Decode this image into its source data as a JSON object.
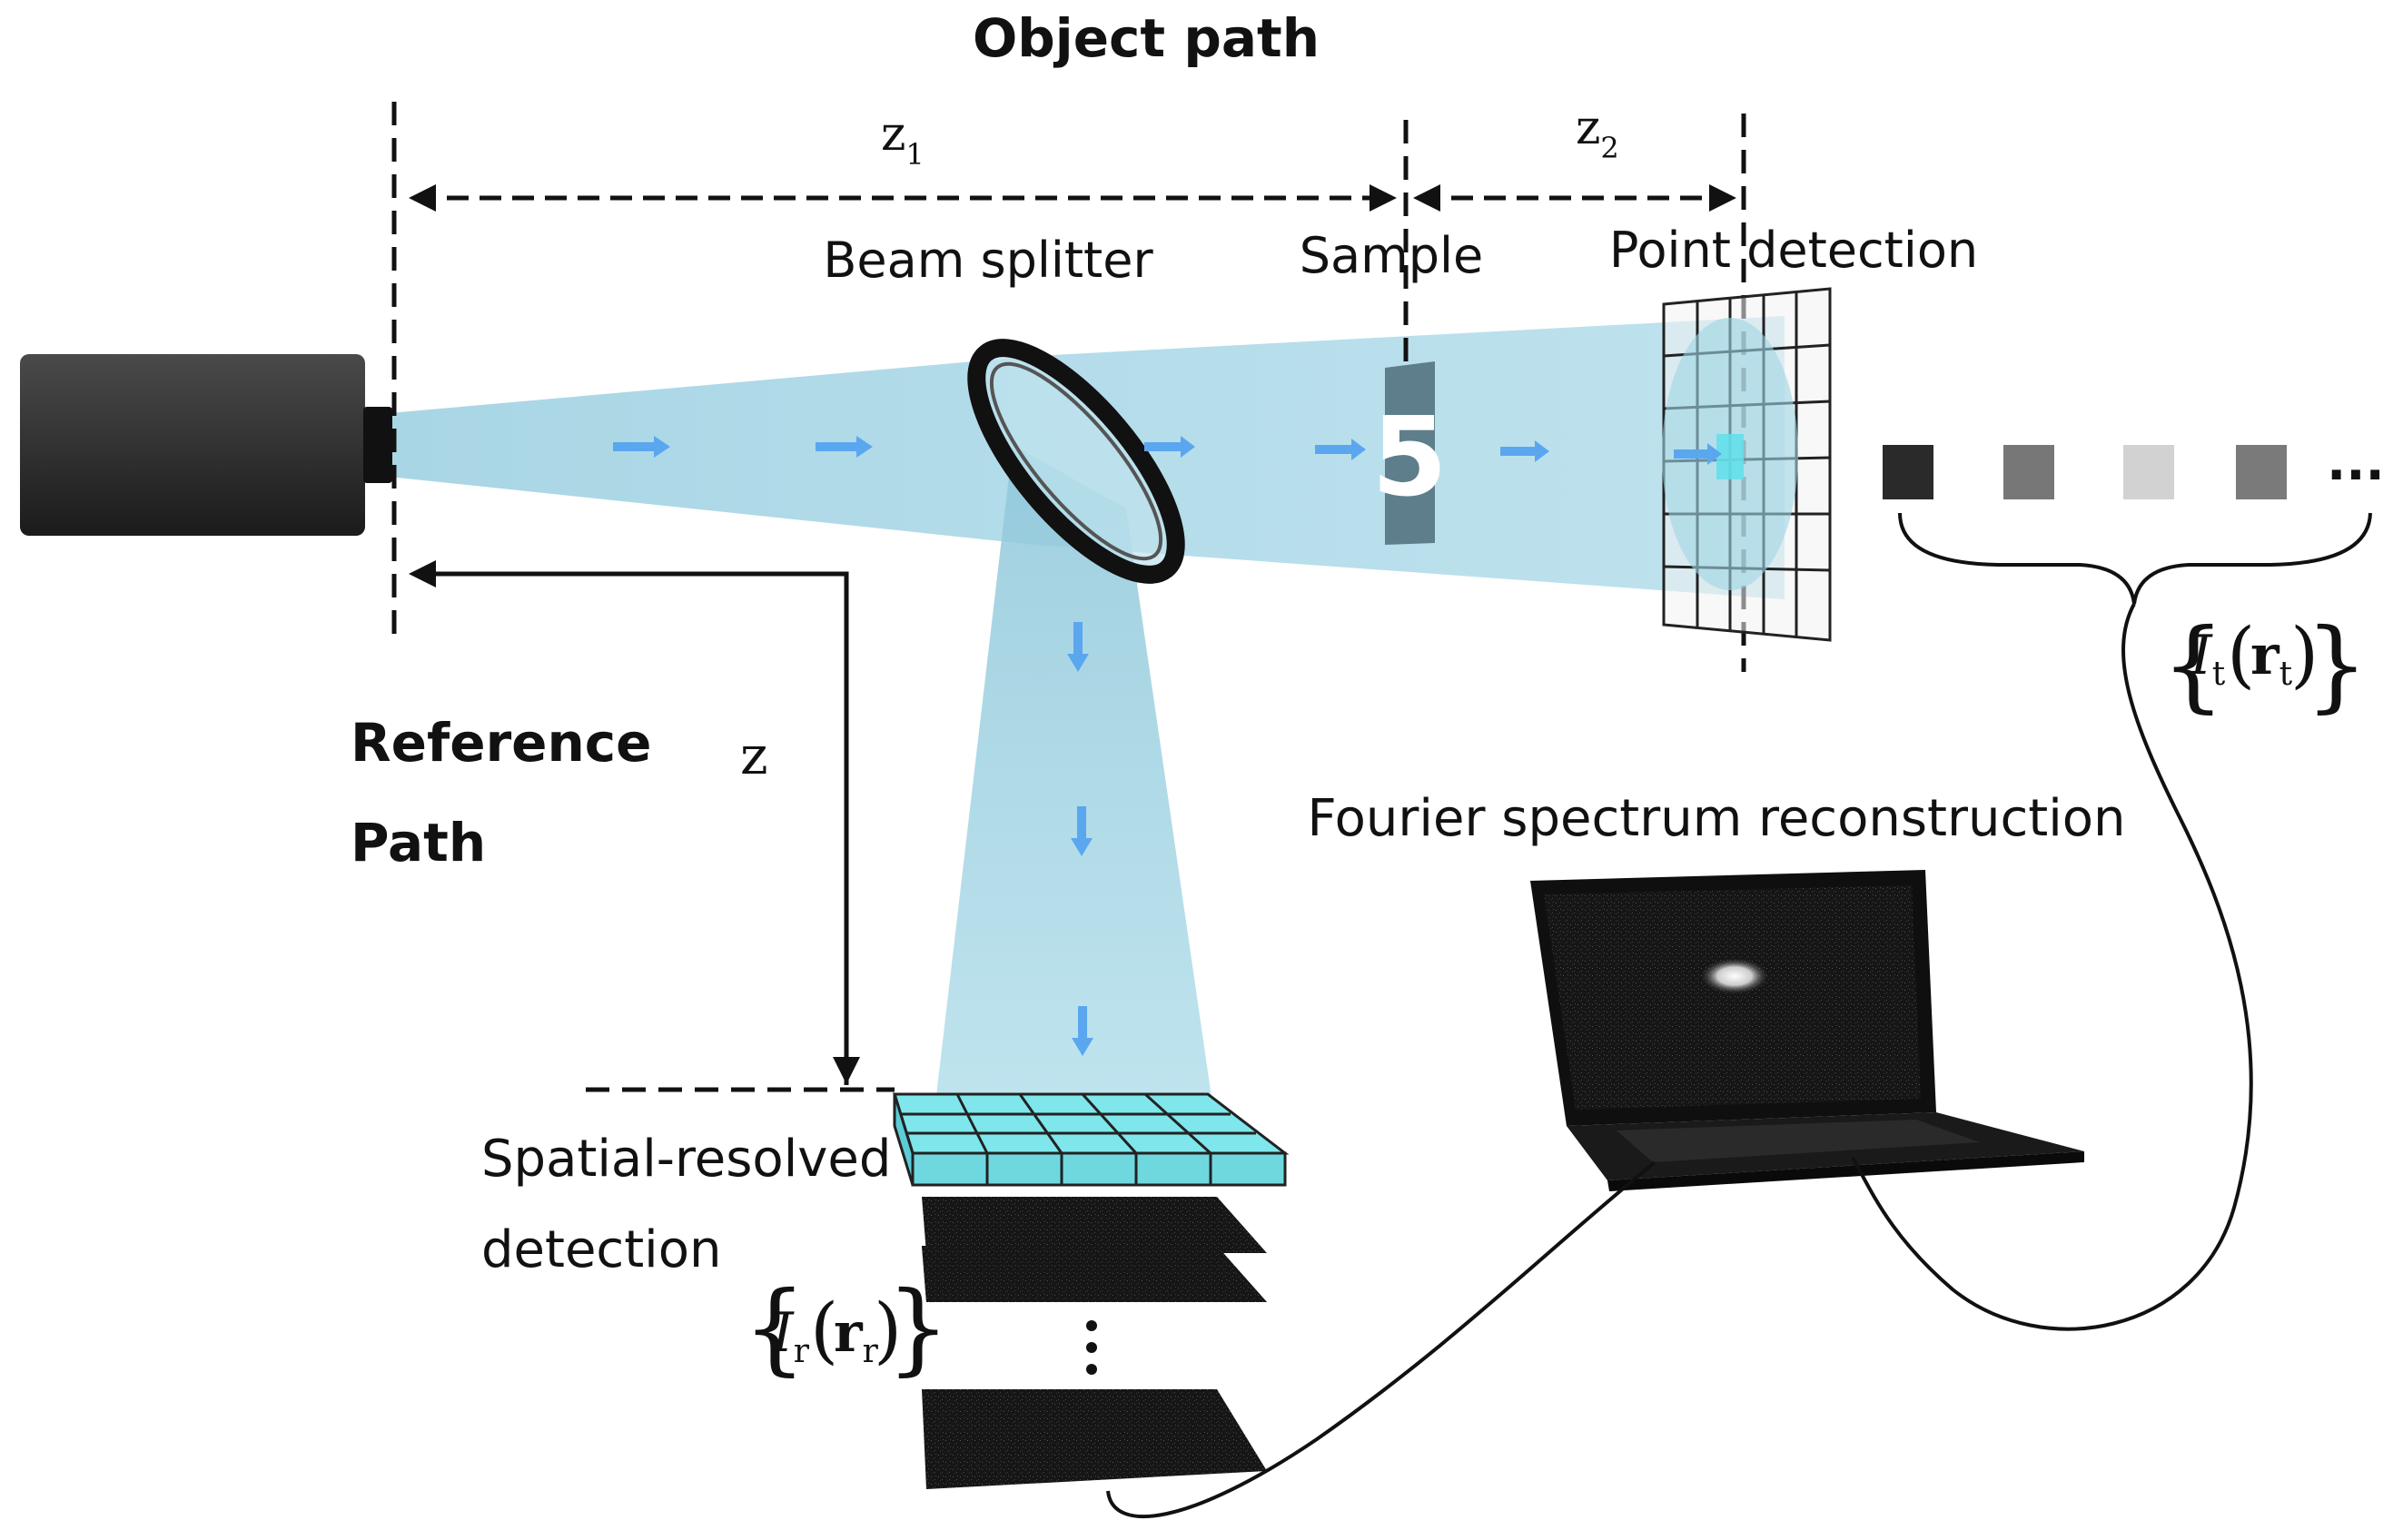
{
  "title": "Object path",
  "labels": {
    "z1_main": "z",
    "z1_sub": "1",
    "z2_main": "z",
    "z2_sub": "2",
    "z": "z",
    "beam_splitter": "Beam splitter",
    "sample": "Sample",
    "point_detection": "Point detection",
    "reference_line1": "Reference",
    "reference_line2": "Path",
    "fourier": "Fourier spectrum reconstruction",
    "spatial_line1": "Spatial-resolved",
    "spatial_line2": "detection",
    "sample_glyph": "5"
  },
  "math": {
    "it_I": "I",
    "it_sub": "t",
    "it_r": "r",
    "it_rsub": "t",
    "ir_I": "I",
    "ir_sub": "r",
    "ir_r": "r",
    "ir_rsub": "r"
  },
  "colors": {
    "beam": "#a8d8e6",
    "arrow": "#5aa7f0",
    "detector_cyan": "#7fe6ec"
  },
  "pixel_sequence": {
    "grays": [
      "#2a2a2a",
      "#777777",
      "#d2d2d2",
      "#7a7a7a"
    ],
    "ellipsis": "..."
  }
}
